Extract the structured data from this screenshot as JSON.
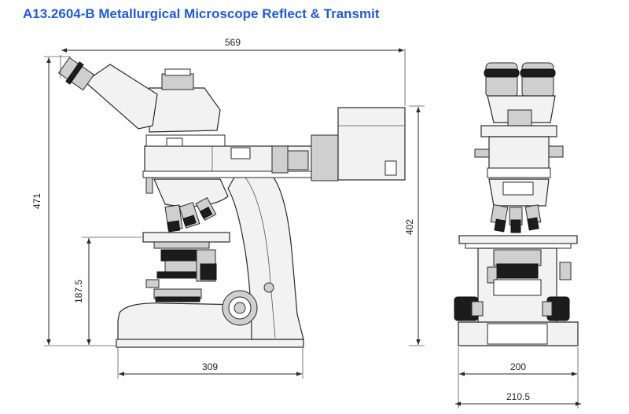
{
  "title": "A13.2604-B Metallurgical Microscope Reflect & Transmit",
  "dimensions": {
    "overall_width": "569",
    "overall_height": "471",
    "stage_height": "187.5",
    "base_depth": "309",
    "front_height": "402",
    "front_base_width": "200",
    "front_overall_width": "210.5"
  },
  "colors": {
    "title": "#1f5bd6",
    "line": "#2a2a2a"
  }
}
